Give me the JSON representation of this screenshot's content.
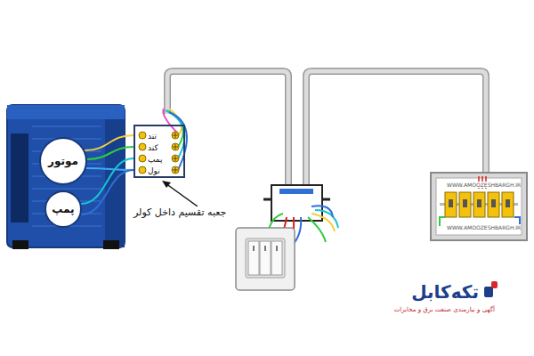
{
  "diagram": {
    "nodes": [
      {
        "text": [
          "موتور"
        ]
      },
      {
        "text": [
          "پمپ"
        ]
      },
      {
        "text": [
          "تند",
          "کند",
          "پمپ",
          "نول"
        ]
      }
    ],
    "edges": [
      {
        "from": 0,
        "to": 2,
        "arrow": "none"
      },
      {
        "from": 1,
        "to": 2,
        "arrow": "none"
      }
    ],
    "labels": [
      "جعبه تقسیم داخل کولر",
      "WWW.AMOOZESHBARGH.IR",
      "WWW.AMOOZESHBARGH.IR",
      "تکه‌کابل",
      "آگهی و نیازمندی صنعت برق و مخابرات"
    ]
  }
}
